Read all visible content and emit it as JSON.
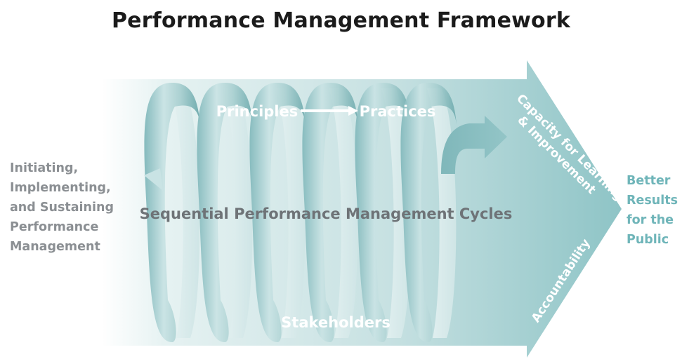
{
  "title": "Performance Management Framework",
  "left_label": [
    "Initiating,",
    "Implementing,",
    "and Sustaining",
    "Performance",
    "Management"
  ],
  "right_label": [
    "Better",
    "Results",
    "for the",
    "Public"
  ],
  "center_label": "Sequential Performance Management Cycles",
  "principles_label": "Principles",
  "practices_label": "Practices",
  "stakeholders_label": "Stakeholders",
  "capacity_label_line1": "Capacity for Learning",
  "capacity_label_line2": "& Improvement",
  "accountability_label": "Accountability",
  "colors": {
    "arrow_teal": "#8ec4c6",
    "coil_teal": "#a9d0d1",
    "title_text": "#1b1b1b",
    "gray_text": "#8b8f93",
    "white_text": "#ffffff",
    "center_text": "#6e7377",
    "result_text": "#6fb5b9"
  }
}
